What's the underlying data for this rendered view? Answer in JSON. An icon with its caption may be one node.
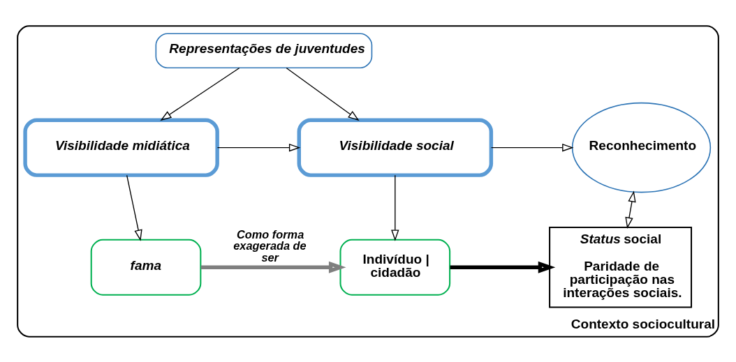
{
  "diagram": {
    "nodes": [
      {
        "text": [
          "Contexto sociocultural"
        ]
      },
      {
        "text": [
          "Representações de juventudes"
        ],
        "in": 0
      },
      {
        "text": [
          "Visibilidade midiática"
        ],
        "in": 0
      },
      {
        "text": [
          "Visibilidade social"
        ],
        "in": 0
      },
      {
        "text": [
          "Reconhecimento"
        ],
        "in": 0
      },
      {
        "text": [
          "fama"
        ],
        "in": 0
      },
      {
        "text": [
          "Indivíduo | cidadão"
        ],
        "in": 0
      },
      {
        "text": [
          "*Status* social",
          "Paridade de participação nas interações sociais."
        ],
        "in": 0
      }
    ],
    "edges": [
      {
        "from": 1,
        "to": 2,
        "arrow": "to"
      },
      {
        "from": 1,
        "to": 3,
        "arrow": "to"
      },
      {
        "from": 2,
        "to": 3,
        "arrow": "to"
      },
      {
        "from": 3,
        "to": 4,
        "arrow": "to"
      },
      {
        "from": 2,
        "to": 5,
        "arrow": "to"
      },
      {
        "from": 3,
        "to": 6,
        "arrow": "to"
      },
      {
        "from": 4,
        "to": 7,
        "arrow": "both"
      },
      {
        "from": 5,
        "to": 6,
        "arrow": "to",
        "label": "Como forma exagerada de ser",
        "style": "thick",
        "color": "#7f7f7f"
      },
      {
        "from": 6,
        "to": 7,
        "arrow": "to",
        "style": "thick"
      }
    ]
  }
}
